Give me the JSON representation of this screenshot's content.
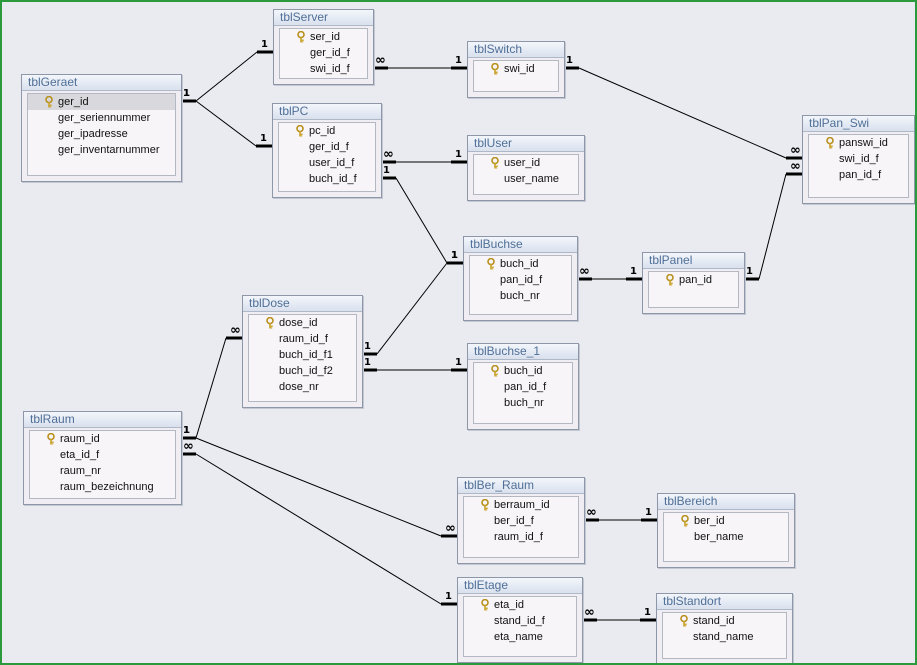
{
  "tables": {
    "tblServer": {
      "title": "tblServer",
      "fields": [
        "ser_id",
        "ger_id_f",
        "swi_id_f"
      ]
    },
    "tblSwitch": {
      "title": "tblSwitch",
      "fields": [
        "swi_id"
      ]
    },
    "tblGeraet": {
      "title": "tblGeraet",
      "fields": [
        "ger_id",
        "ger_seriennummer",
        "ger_ipadresse",
        "ger_inventarnummer"
      ]
    },
    "tblPC": {
      "title": "tblPC",
      "fields": [
        "pc_id",
        "ger_id_f",
        "user_id_f",
        "buch_id_f"
      ]
    },
    "tblUser": {
      "title": "tblUser",
      "fields": [
        "user_id",
        "user_name"
      ]
    },
    "tblPan_Swi": {
      "title": "tblPan_Swi",
      "fields": [
        "panswi_id",
        "swi_id_f",
        "pan_id_f"
      ]
    },
    "tblBuchse": {
      "title": "tblBuchse",
      "fields": [
        "buch_id",
        "pan_id_f",
        "buch_nr"
      ]
    },
    "tblPanel": {
      "title": "tblPanel",
      "fields": [
        "pan_id"
      ]
    },
    "tblDose": {
      "title": "tblDose",
      "fields": [
        "dose_id",
        "raum_id_f",
        "buch_id_f1",
        "buch_id_f2",
        "dose_nr"
      ]
    },
    "tblBuchse_1": {
      "title": "tblBuchse_1",
      "fields": [
        "buch_id",
        "pan_id_f",
        "buch_nr"
      ]
    },
    "tblRaum": {
      "title": "tblRaum",
      "fields": [
        "raum_id",
        "eta_id_f",
        "raum_nr",
        "raum_bezeichnung"
      ]
    },
    "tblBer_Raum": {
      "title": "tblBer_Raum",
      "fields": [
        "berraum_id",
        "ber_id_f",
        "raum_id_f"
      ]
    },
    "tblBereich": {
      "title": "tblBereich",
      "fields": [
        "ber_id",
        "ber_name"
      ]
    },
    "tblEtage": {
      "title": "tblEtage",
      "fields": [
        "eta_id",
        "stand_id_f",
        "eta_name"
      ]
    },
    "tblStandort": {
      "title": "tblStandort",
      "fields": [
        "stand_id",
        "stand_name"
      ]
    }
  },
  "primary_key_icon": "key-icon",
  "selected_field": "tblGeraet.ger_id",
  "relationships": [
    {
      "from": "tblGeraet.ger_id",
      "to": "tblServer.ger_id_f",
      "from_card": "1",
      "to_card": "1"
    },
    {
      "from": "tblGeraet.ger_id",
      "to": "tblPC.ger_id_f",
      "from_card": "1",
      "to_card": "1"
    },
    {
      "from": "tblServer.swi_id_f",
      "to": "tblSwitch.swi_id",
      "from_card": "∞",
      "to_card": "1"
    },
    {
      "from": "tblSwitch.swi_id",
      "to": "tblPan_Swi.swi_id_f",
      "from_card": "1",
      "to_card": "∞"
    },
    {
      "from": "tblPC.user_id_f",
      "to": "tblUser.user_id",
      "from_card": "∞",
      "to_card": "1"
    },
    {
      "from": "tblPC.buch_id_f",
      "to": "tblBuchse.buch_id",
      "from_card": "1",
      "to_card": "1"
    },
    {
      "from": "tblBuchse.pan_id_f",
      "to": "tblPanel.pan_id",
      "from_card": "∞",
      "to_card": "1"
    },
    {
      "from": "tblPanel.pan_id",
      "to": "tblPan_Swi.pan_id_f",
      "from_card": "1",
      "to_card": "∞"
    },
    {
      "from": "tblDose.buch_id_f1",
      "to": "tblBuchse.buch_id",
      "from_card": "1",
      "to_card": "1"
    },
    {
      "from": "tblDose.buch_id_f2",
      "to": "tblBuchse_1.buch_id",
      "from_card": "1",
      "to_card": "1"
    },
    {
      "from": "tblRaum.raum_id",
      "to": "tblDose.raum_id_f",
      "from_card": "1",
      "to_card": "∞"
    },
    {
      "from": "tblRaum.raum_id",
      "to": "tblBer_Raum.raum_id_f",
      "from_card": "1",
      "to_card": "∞"
    },
    {
      "from": "tblRaum.eta_id_f",
      "to": "tblEtage.eta_id",
      "from_card": "∞",
      "to_card": "1"
    },
    {
      "from": "tblBer_Raum.ber_id_f",
      "to": "tblBereich.ber_id",
      "from_card": "∞",
      "to_card": "1"
    },
    {
      "from": "tblEtage.stand_id_f",
      "to": "tblStandort.stand_id",
      "from_card": "∞",
      "to_card": "1"
    }
  ],
  "colors": {
    "frame_border": "#2a9a3c",
    "canvas": "#e9ebf1",
    "title_text": "#4f6f97",
    "key": "#c9a227"
  }
}
